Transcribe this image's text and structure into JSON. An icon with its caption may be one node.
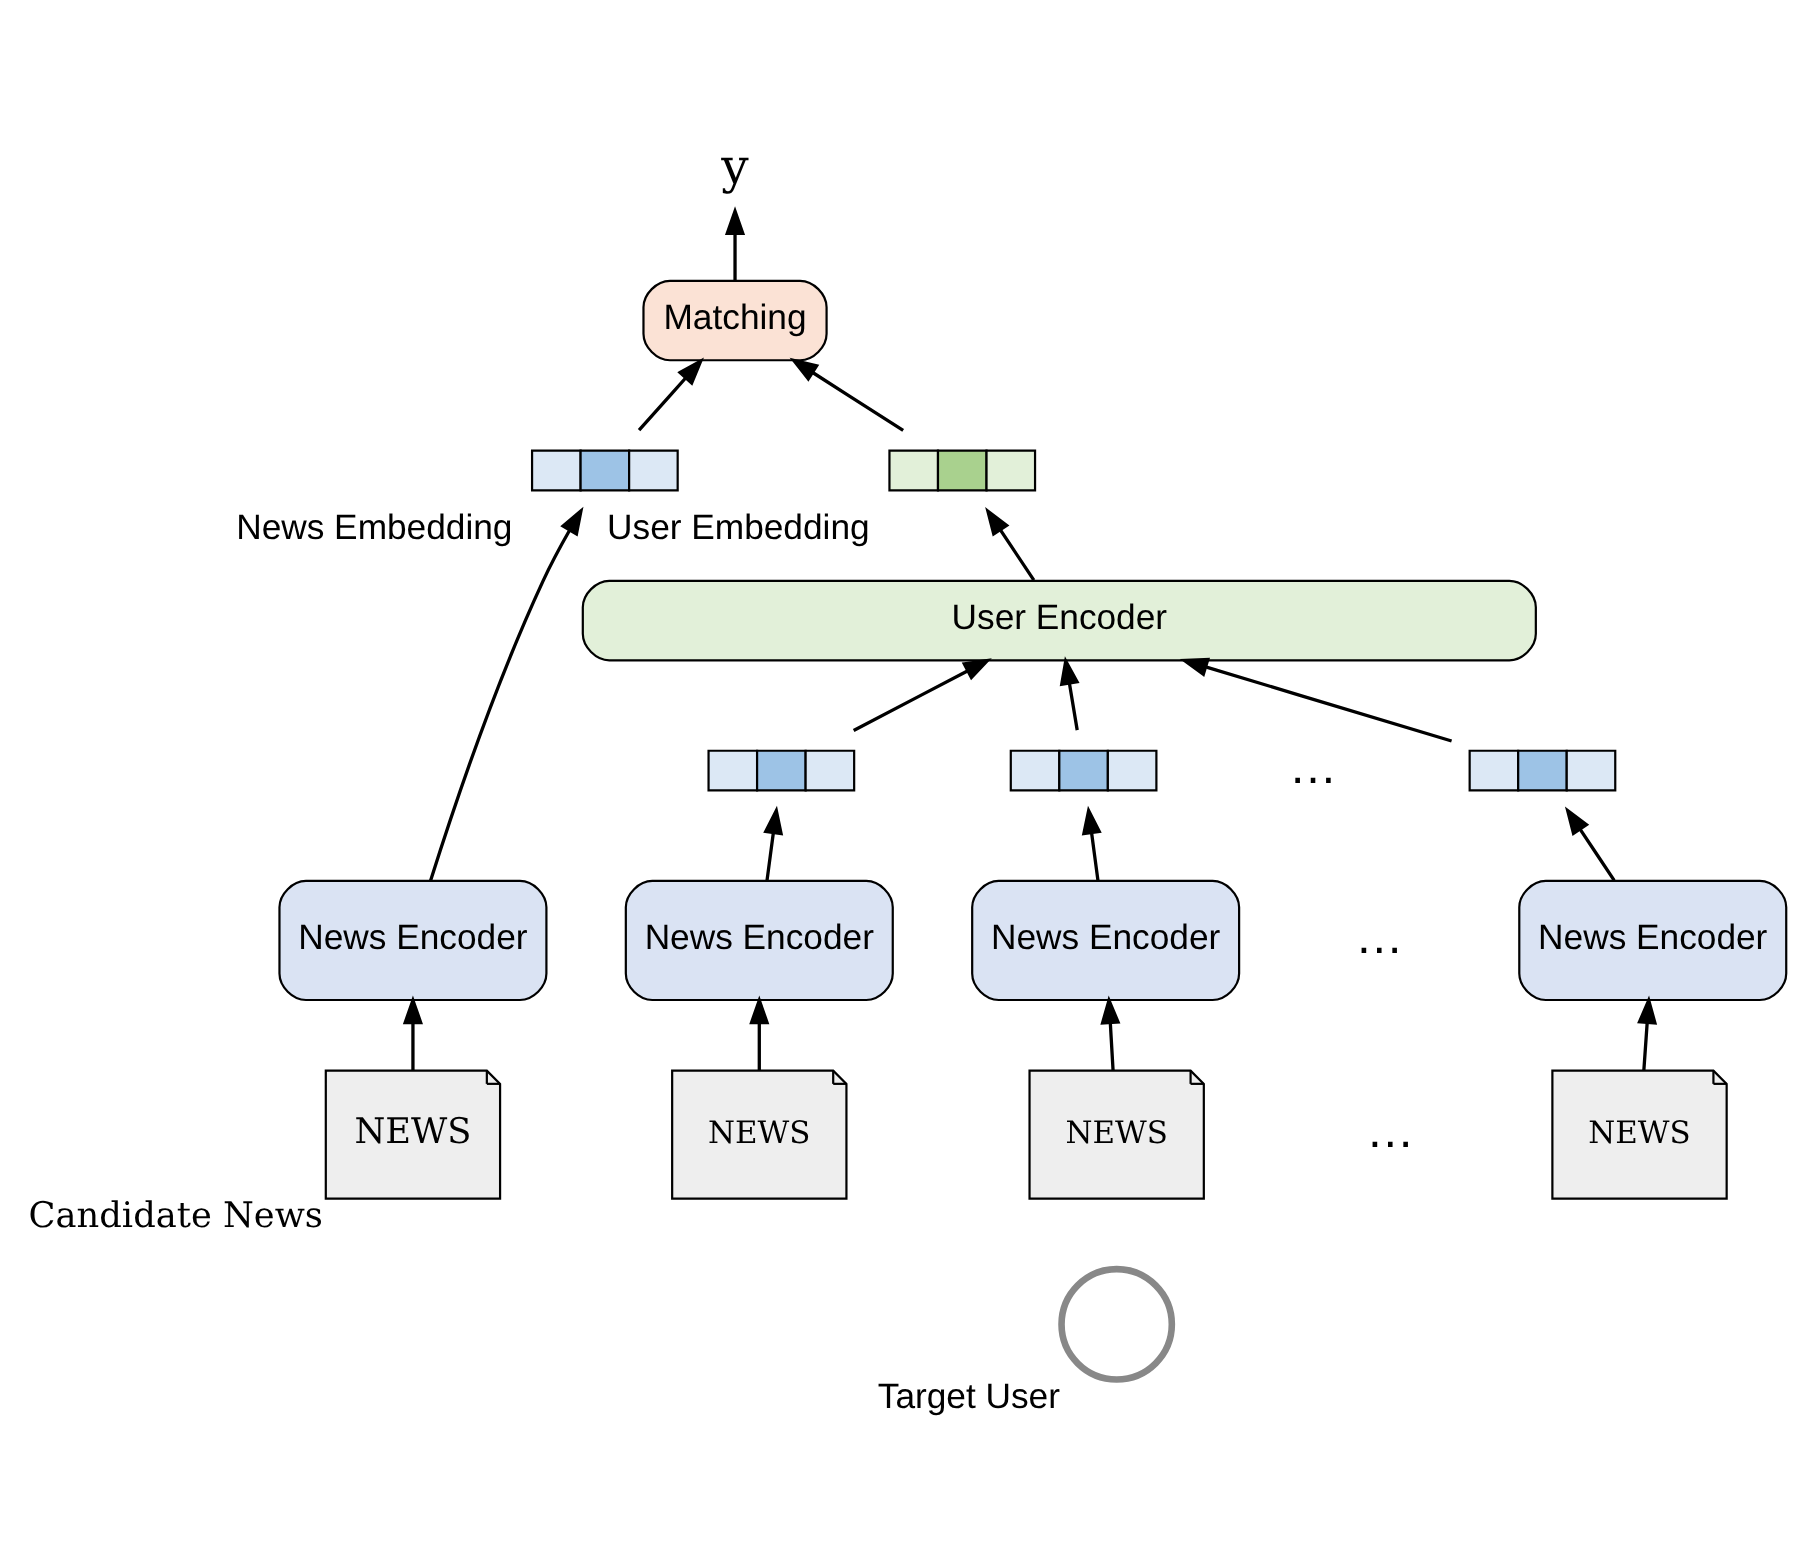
{
  "diagram": {
    "nodes": [
      {
        "text": [
          "y"
        ]
      },
      {
        "text": [
          "Matching"
        ]
      },
      {
        "text": [],
        "shape": "bar",
        "beside": [
          "News Embedding"
        ]
      },
      {
        "text": [
          "News Encoder"
        ]
      },
      {
        "text": [
          "NEWS"
        ],
        "beside": [
          "Candidate News"
        ]
      },
      {
        "text": [],
        "shape": "bar",
        "beside": [
          "User Embedding"
        ]
      },
      {
        "text": [
          "User Encoder"
        ]
      },
      {
        "text": [],
        "shape": "bar"
      },
      {
        "text": [],
        "shape": "bar"
      },
      {
        "text": [],
        "shape": "bar"
      },
      {
        "text": [
          "News Encoder"
        ]
      },
      {
        "text": [
          "News Encoder"
        ]
      },
      {
        "text": [
          "News Encoder"
        ]
      },
      {
        "text": [
          "NEWS"
        ]
      },
      {
        "text": [
          "NEWS"
        ]
      },
      {
        "text": [
          "NEWS"
        ]
      },
      {
        "text": [],
        "shape": "person",
        "beside": [
          "Target User"
        ]
      }
    ],
    "edges": [
      {
        "from": 1,
        "to": 0,
        "arrow": "to"
      },
      {
        "from": 2,
        "to": 1,
        "arrow": "to"
      },
      {
        "from": 3,
        "to": 2,
        "arrow": "to"
      },
      {
        "from": 4,
        "to": 3,
        "arrow": "to"
      },
      {
        "from": 5,
        "to": 1,
        "arrow": "to"
      },
      {
        "from": 6,
        "to": 5,
        "arrow": "to"
      },
      {
        "from": 7,
        "to": 6,
        "arrow": "to"
      },
      {
        "from": 8,
        "to": 6,
        "arrow": "to"
      },
      {
        "from": 9,
        "to": 6,
        "arrow": "to"
      },
      {
        "from": 10,
        "to": 7,
        "arrow": "to"
      },
      {
        "from": 11,
        "to": 8,
        "arrow": "to"
      },
      {
        "from": 12,
        "to": 9,
        "arrow": "to"
      },
      {
        "from": 13,
        "to": 10,
        "arrow": "to"
      },
      {
        "from": 14,
        "to": 11,
        "arrow": "to"
      },
      {
        "from": 15,
        "to": 12,
        "arrow": "to"
      }
    ],
    "labels": [
      "…",
      "…",
      "…"
    ]
  }
}
